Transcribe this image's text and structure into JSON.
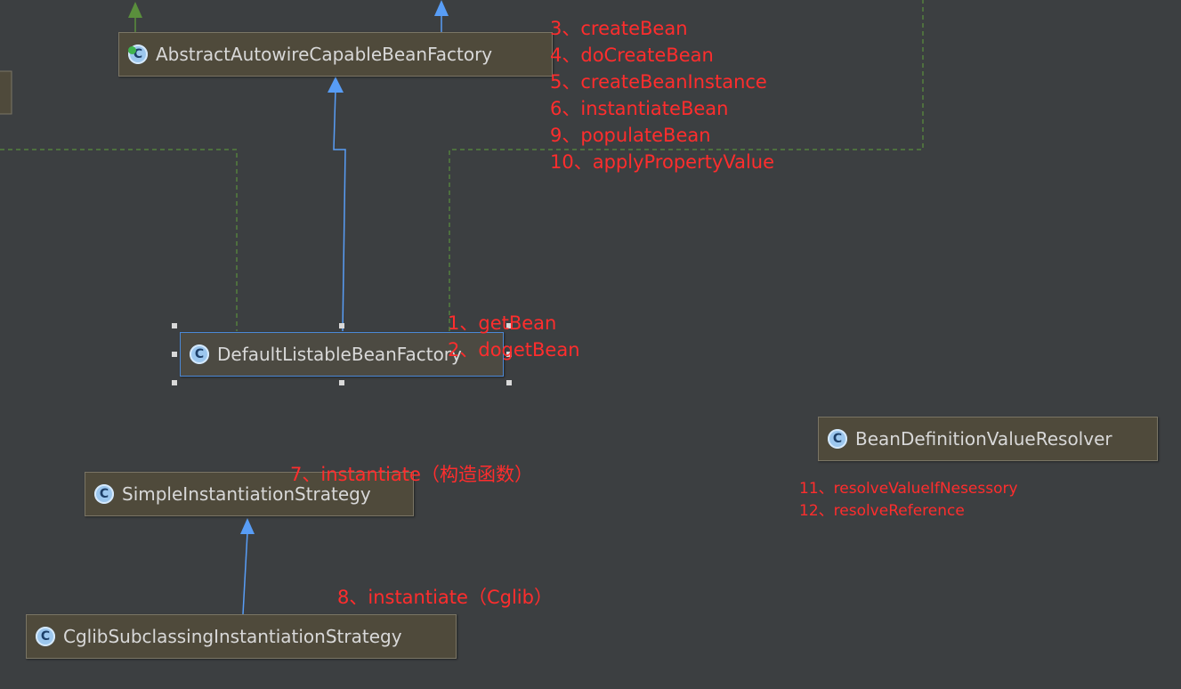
{
  "classes": {
    "abstract_factory": "AbstractAutowireCapableBeanFactory",
    "default_factory": "DefaultListableBeanFactory",
    "simple_strategy": "SimpleInstantiationStrategy",
    "cglib_strategy": "CglibSubclassingInstantiationStrategy",
    "value_resolver": "BeanDefinitionValueResolver",
    "icon_letter": "C"
  },
  "annotations": {
    "abstract_factory_steps": [
      "3、createBean",
      "4、doCreateBean",
      "5、createBeanInstance",
      "6、instantiateBean",
      "9、populateBean",
      "10、applyPropertyValue"
    ],
    "default_factory_steps": [
      "1、getBean",
      "2、dogetBean"
    ],
    "simple_strategy_step": "7、instantiate（构造函数）",
    "cglib_strategy_step": "8、instantiate（Cglib）",
    "value_resolver_steps": [
      "11、resolveValueIfNesessory",
      "12、resolveReference"
    ]
  },
  "colors": {
    "background": "#3c3f41",
    "class_box": "#4f4a3b",
    "annotation_text": "#ff2d2d",
    "extends_arrow": "#589df6",
    "implements_line": "#5a8f3c",
    "selection": "#4b88d6"
  }
}
